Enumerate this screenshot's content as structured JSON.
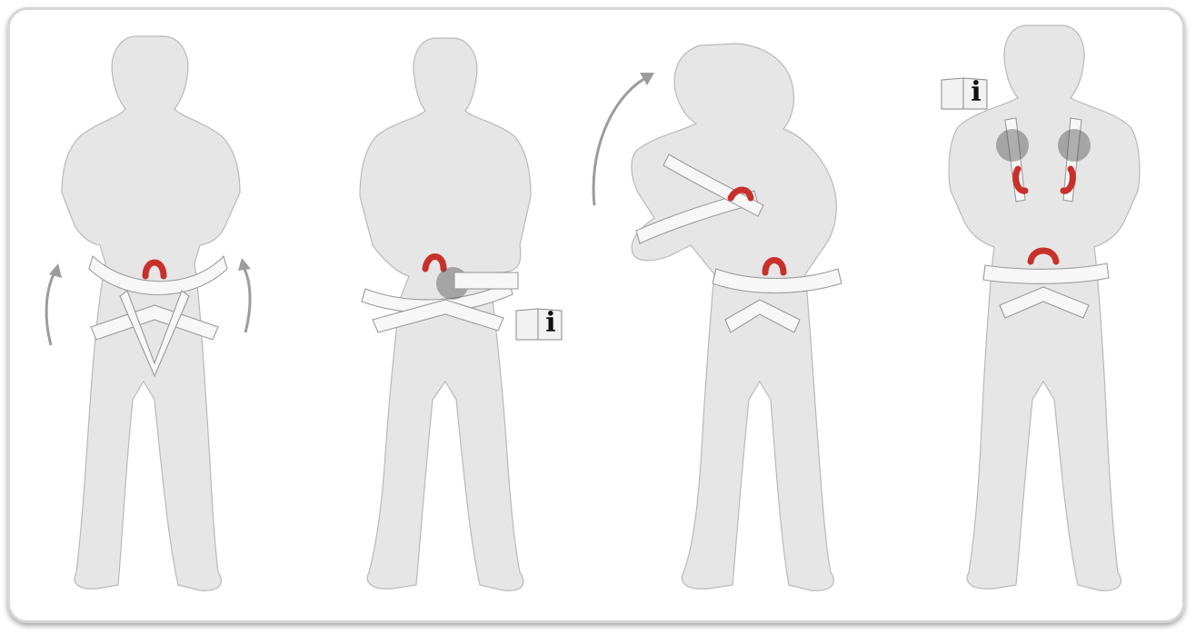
{
  "diagram": {
    "steps": [
      {
        "id": 1,
        "action": "pull-up-arrows",
        "has_info_icon": false
      },
      {
        "id": 2,
        "action": "tighten-buckle",
        "has_info_icon": true
      },
      {
        "id": 3,
        "action": "put-on-shoulder-straps",
        "has_info_icon": false
      },
      {
        "id": 4,
        "action": "connect-chest-buckles",
        "has_info_icon": true
      }
    ],
    "info_icon": {
      "letter": "i"
    },
    "colors": {
      "figure": "#e6e6e6",
      "strap": "#f7f7f7",
      "attachment_loop": "#c9302c",
      "arrow": "#9c9c9c",
      "frame_border": "#d6d6d6"
    },
    "icons": [
      "curved-arrow-icon",
      "info-book-icon",
      "highlight-spot-icon"
    ]
  }
}
